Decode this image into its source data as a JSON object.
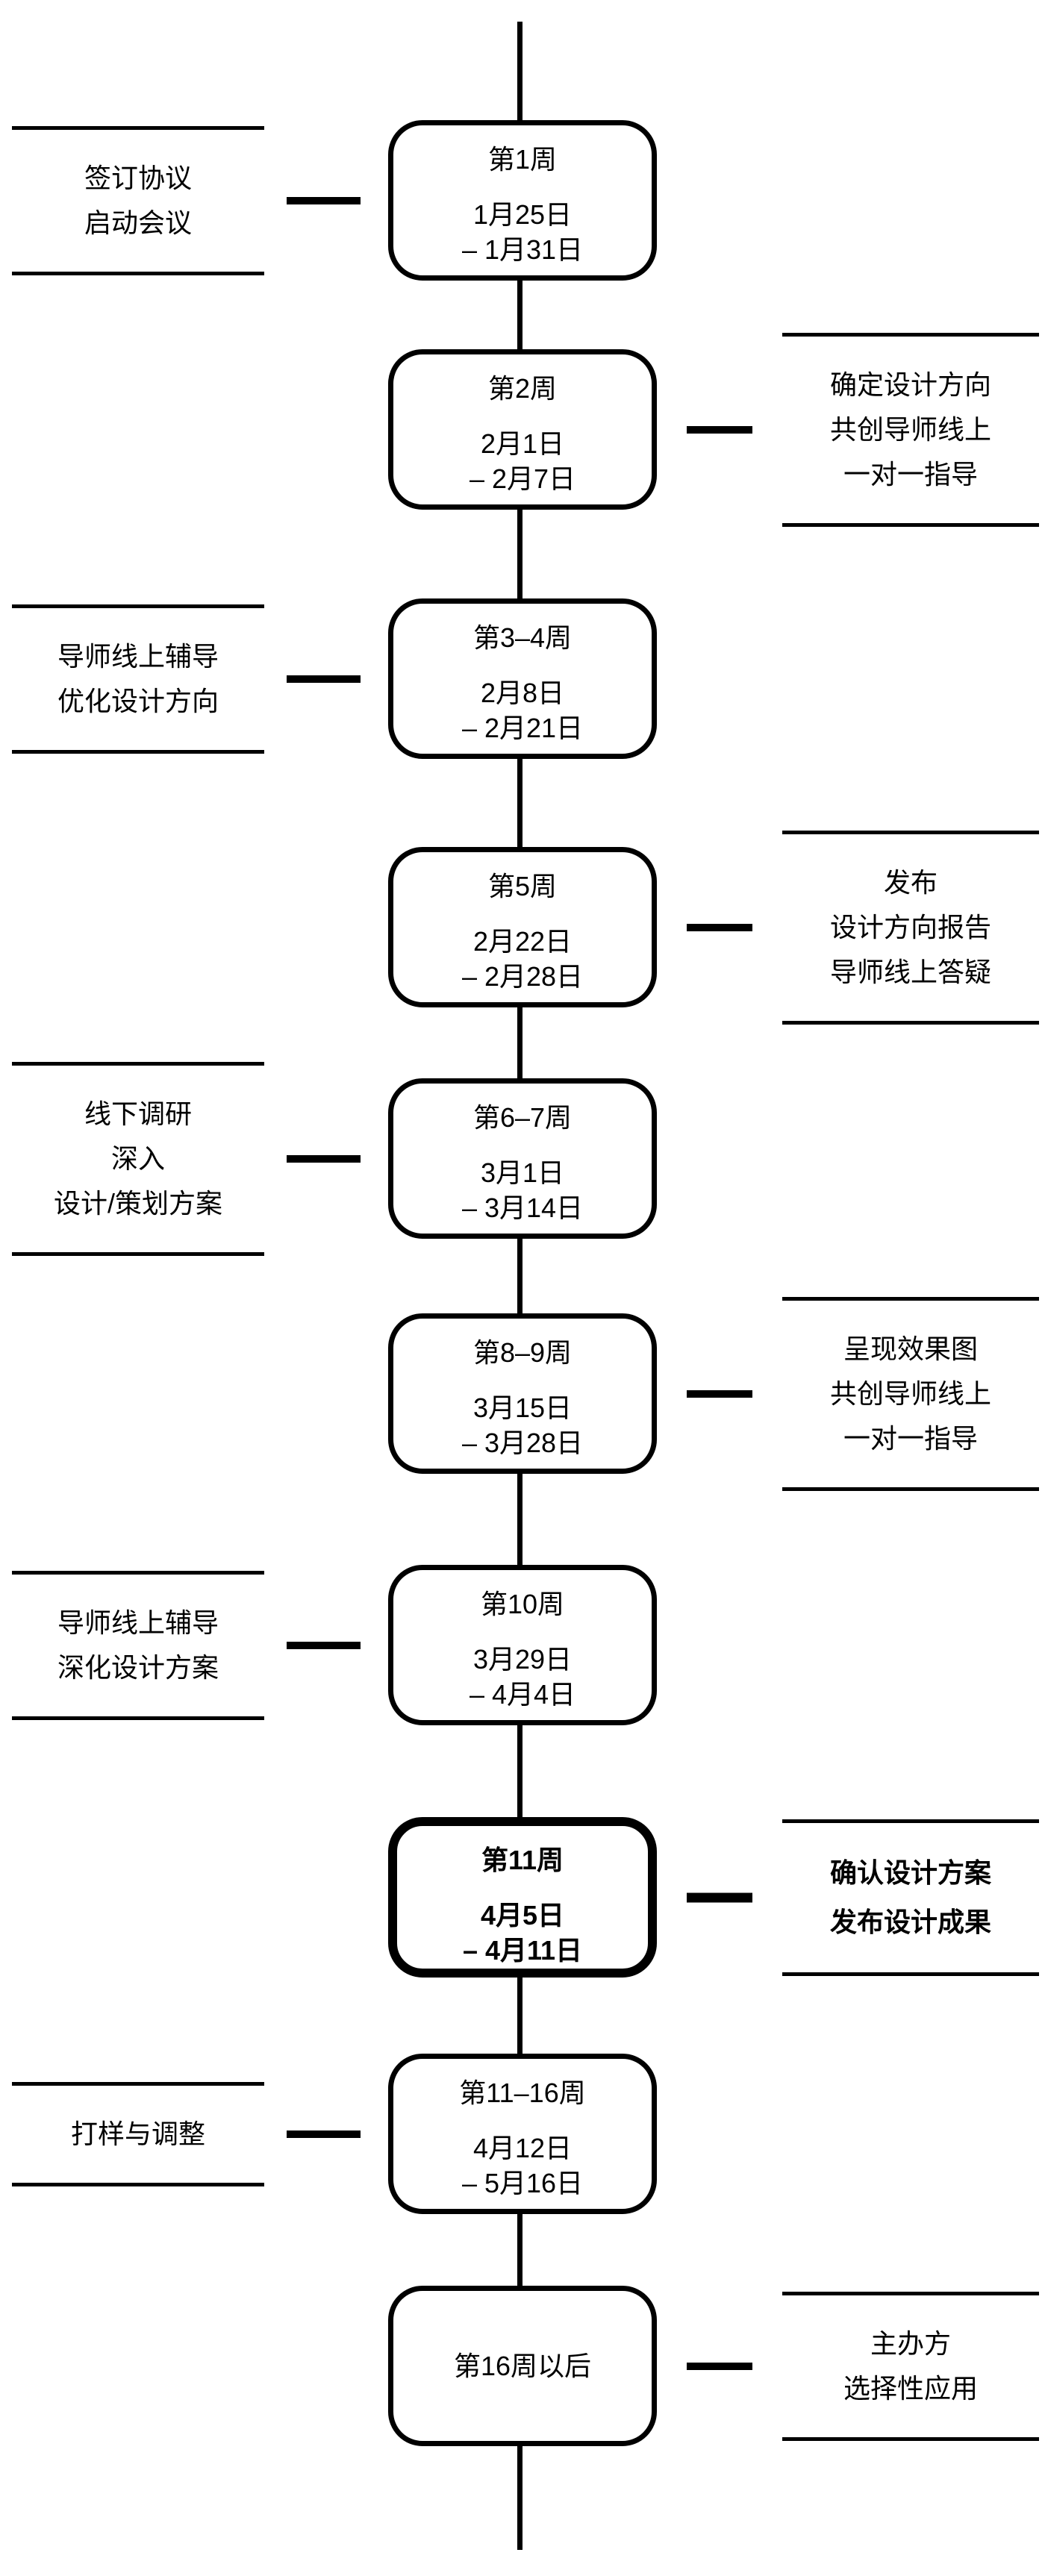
{
  "canvas": {
    "background": "#ffffff",
    "ink": "#000000"
  },
  "timeline": {
    "rows": [
      {
        "side": "left",
        "bold": false,
        "box": {
          "title": "第1周",
          "dates": [
            "1月25日",
            "– 1月31日"
          ]
        },
        "label": [
          "签订协议",
          "启动会议"
        ]
      },
      {
        "side": "right",
        "bold": false,
        "box": {
          "title": "第2周",
          "dates": [
            "2月1日",
            "– 2月7日"
          ]
        },
        "label": [
          "确定设计方向",
          "共创导师线上",
          "一对一指导"
        ]
      },
      {
        "side": "left",
        "bold": false,
        "box": {
          "title": "第3–4周",
          "dates": [
            "2月8日",
            "– 2月21日"
          ]
        },
        "label": [
          "导师线上辅导",
          "优化设计方向"
        ]
      },
      {
        "side": "right",
        "bold": false,
        "box": {
          "title": "第5周",
          "dates": [
            "2月22日",
            "– 2月28日"
          ]
        },
        "label": [
          "发布",
          "设计方向报告",
          "导师线上答疑"
        ]
      },
      {
        "side": "left",
        "bold": false,
        "box": {
          "title": "第6–7周",
          "dates": [
            "3月1日",
            "– 3月14日"
          ]
        },
        "label": [
          "线下调研",
          "深入",
          "设计/策划方案"
        ]
      },
      {
        "side": "right",
        "bold": false,
        "box": {
          "title": "第8–9周",
          "dates": [
            "3月15日",
            "– 3月28日"
          ]
        },
        "label": [
          "呈现效果图",
          "共创导师线上",
          "一对一指导"
        ]
      },
      {
        "side": "left",
        "bold": false,
        "box": {
          "title": "第10周",
          "dates": [
            "3月29日",
            "– 4月4日"
          ]
        },
        "label": [
          "导师线上辅导",
          "深化设计方案"
        ]
      },
      {
        "side": "right",
        "bold": true,
        "box": {
          "title": "第11周",
          "dates": [
            "4月5日",
            "– 4月11日"
          ]
        },
        "label": [
          "确认设计方案",
          "发布设计成果"
        ]
      },
      {
        "side": "left",
        "bold": false,
        "box": {
          "title": "第11–16周",
          "dates": [
            "4月12日",
            "– 5月16日"
          ]
        },
        "label": [
          "打样与调整"
        ]
      },
      {
        "side": "right",
        "bold": false,
        "box": {
          "title": "第16周以后",
          "dates": []
        },
        "label": [
          "主办方",
          "选择性应用"
        ]
      }
    ]
  }
}
